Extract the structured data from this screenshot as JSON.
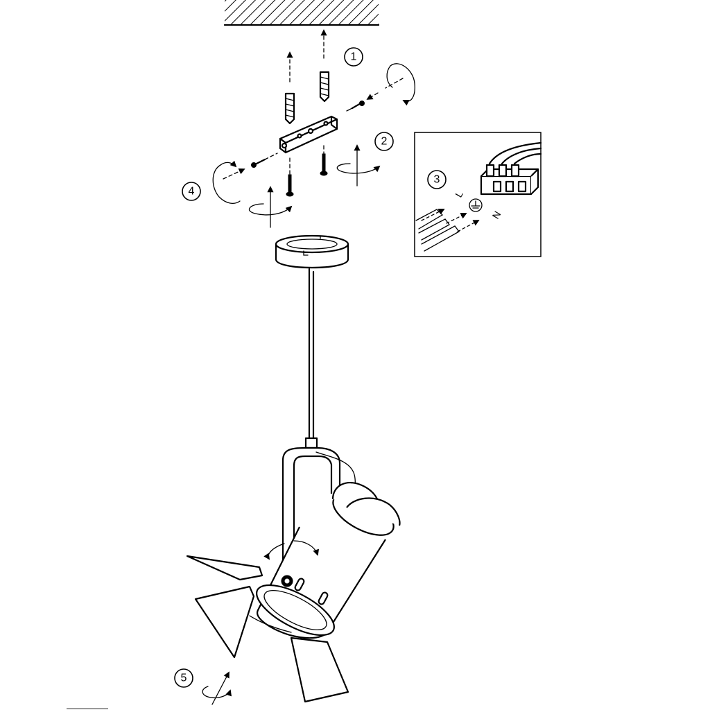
{
  "steps": [
    {
      "number": "1"
    },
    {
      "number": "2"
    },
    {
      "number": "3"
    },
    {
      "number": "4"
    },
    {
      "number": "5"
    }
  ],
  "wiring": {
    "labels": [
      "L",
      "N"
    ]
  }
}
